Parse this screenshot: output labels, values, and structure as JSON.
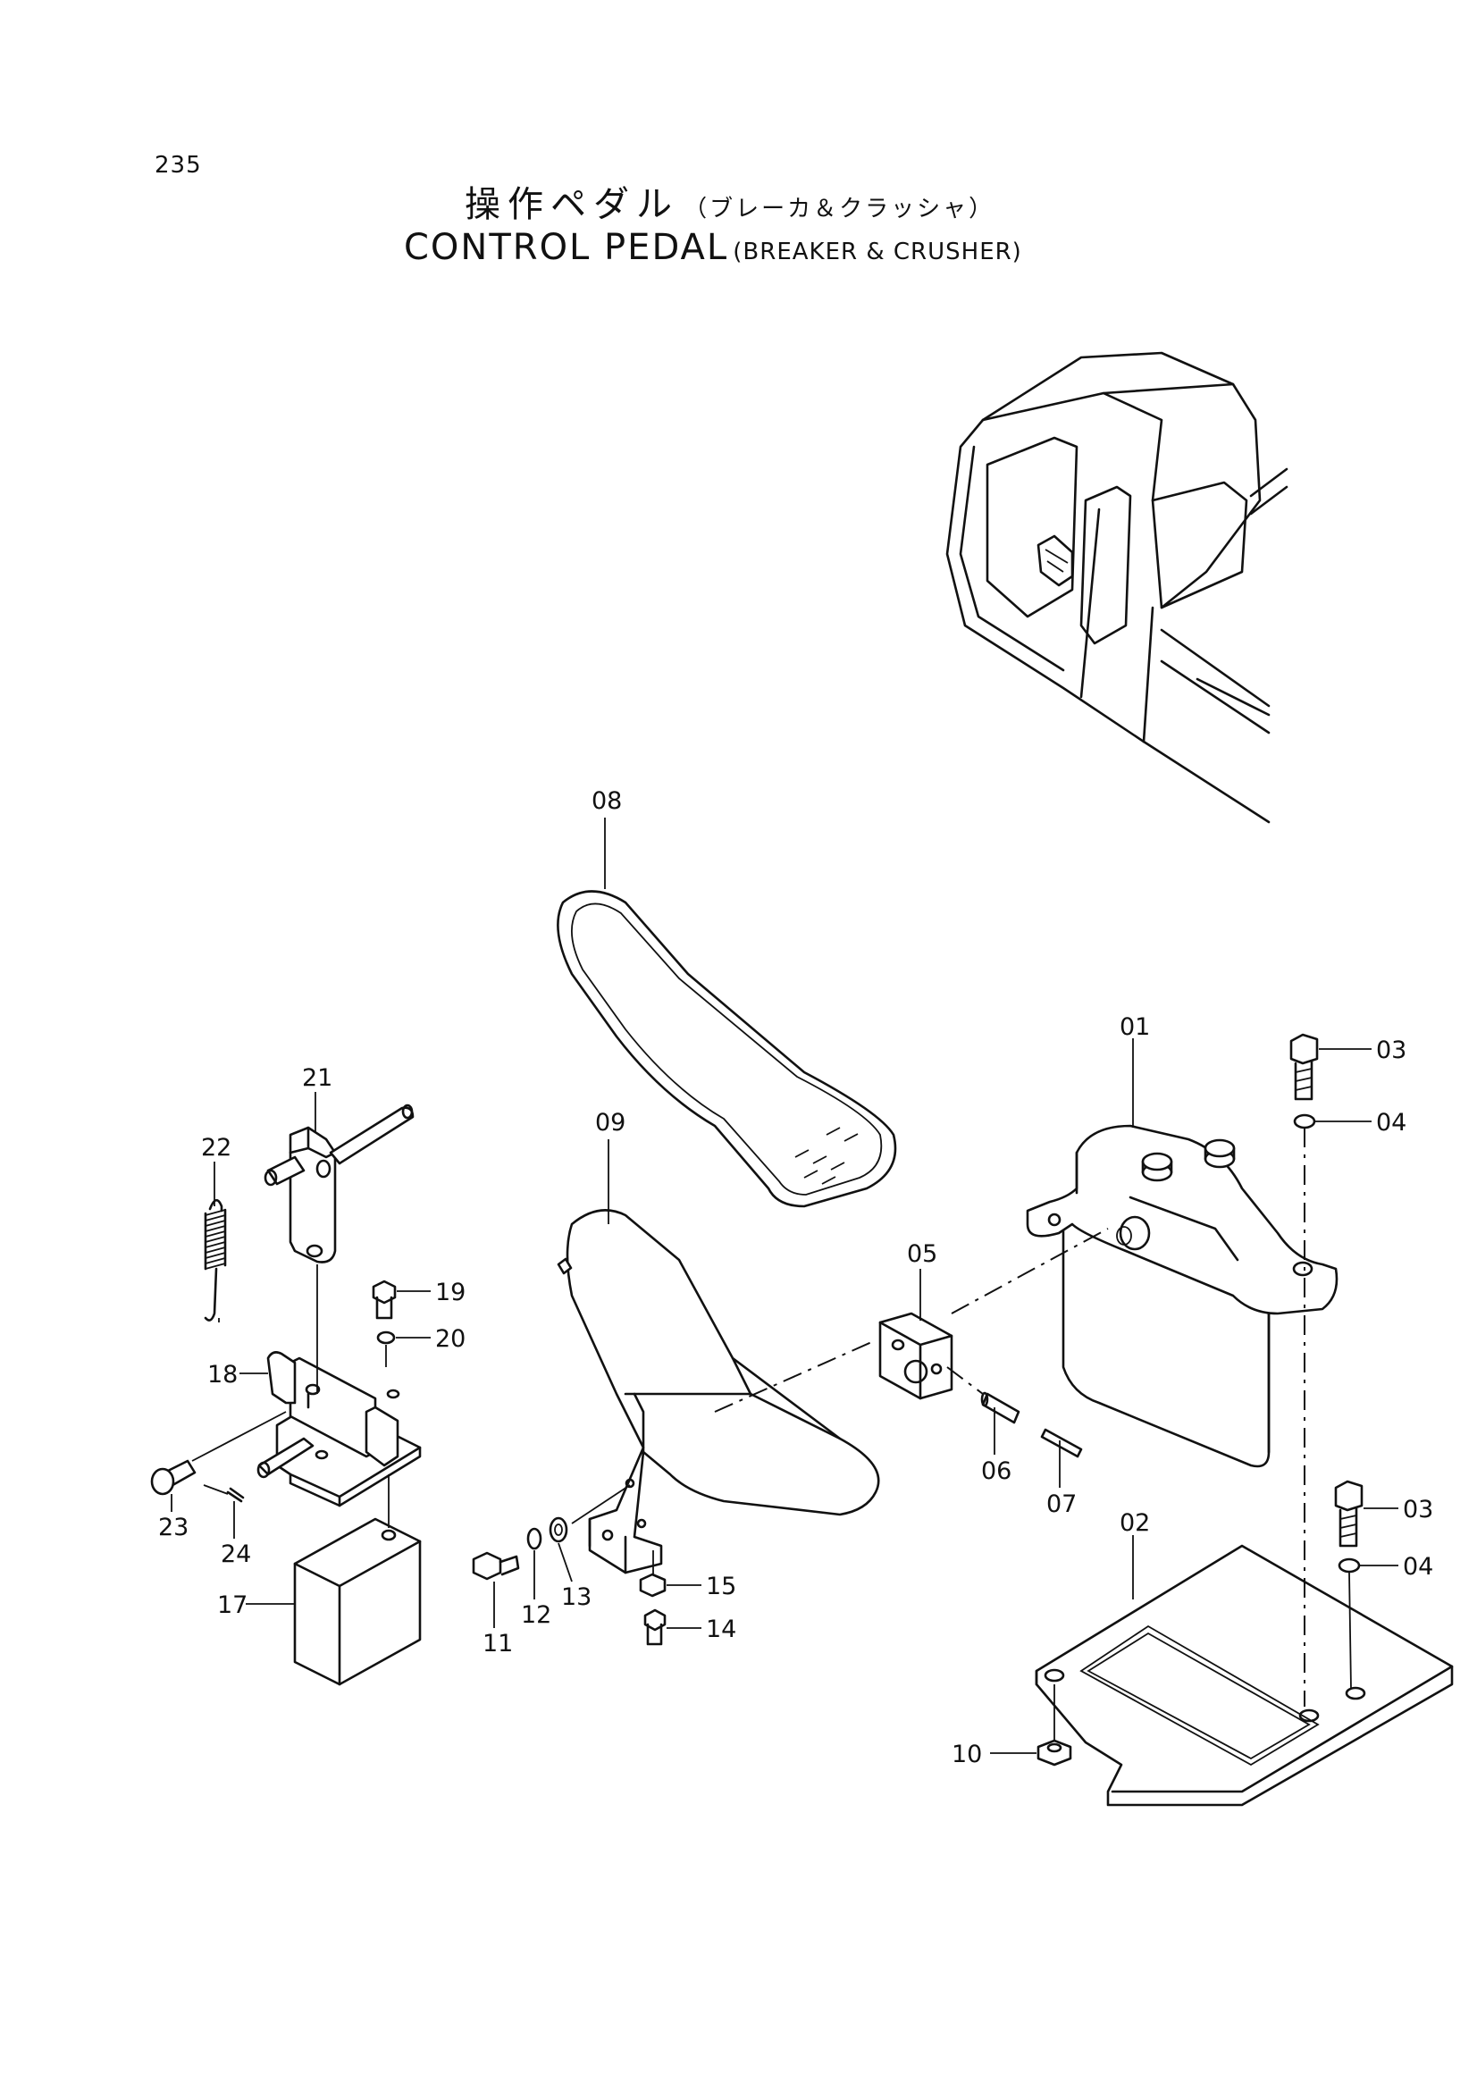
{
  "page_number": "235",
  "title": {
    "jp_main": "操作ペダル",
    "jp_sub": "（ブレーカ＆クラッシャ）",
    "en_main": "CONTROL PEDAL",
    "en_sub": "(BREAKER & CRUSHER)"
  },
  "callouts": [
    "01",
    "02",
    "03",
    "04",
    "03",
    "04",
    "05",
    "06",
    "07",
    "08",
    "09",
    "10",
    "11",
    "12",
    "13",
    "14",
    "15",
    "17",
    "18",
    "19",
    "20",
    "21",
    "22",
    "23",
    "24"
  ]
}
